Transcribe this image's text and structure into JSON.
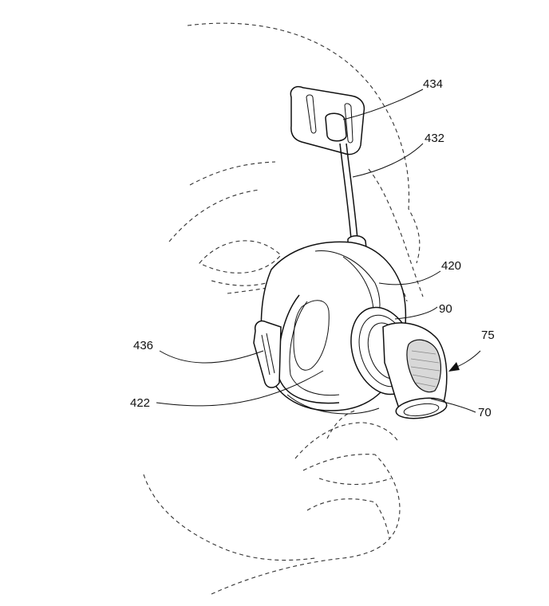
{
  "labels": {
    "l434": "434",
    "l432": "432",
    "l420": "420",
    "l90": "90",
    "l75": "75",
    "l436": "436",
    "l422": "422",
    "l70": "70"
  }
}
